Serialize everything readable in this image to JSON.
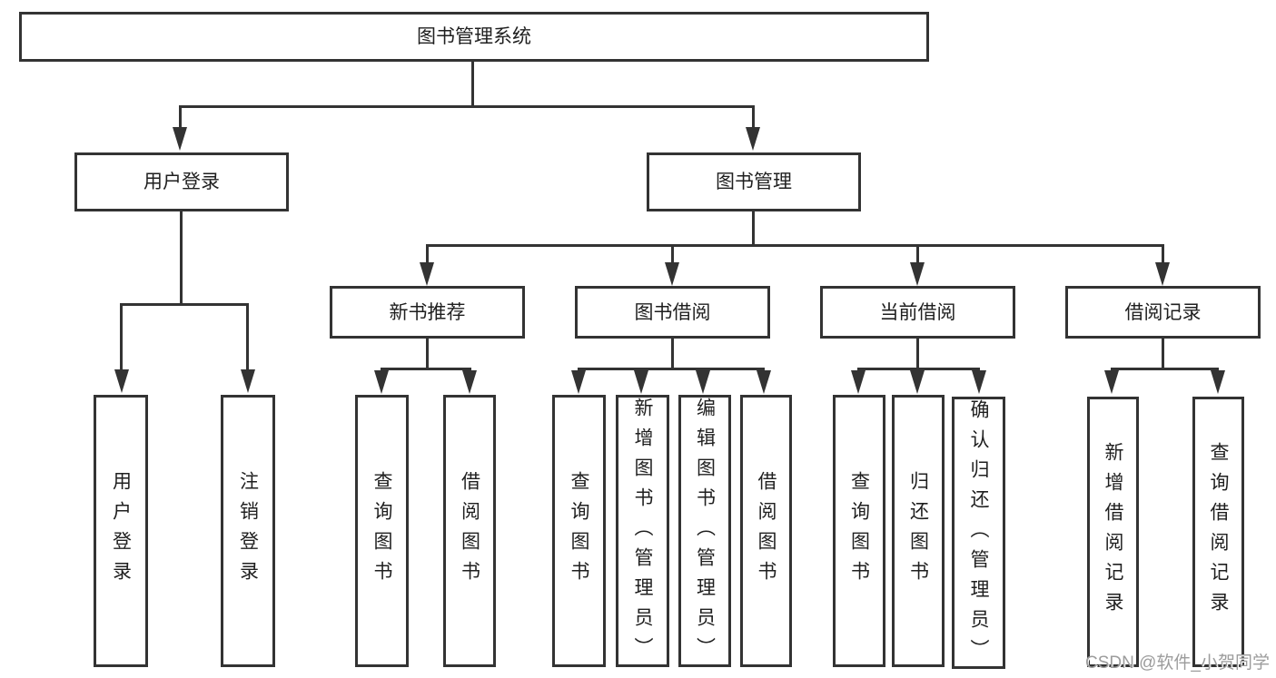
{
  "colors": {
    "line": "#333333",
    "text": "#1f1f1f",
    "box_background": "#ffffff",
    "watermark": "#9c9c9c"
  },
  "watermark": {
    "text": "CSDN @软件_小贺同学"
  },
  "tree": {
    "label": "图书管理系统",
    "children": [
      {
        "label": "用户登录",
        "children": [
          {
            "label": "用户登录"
          },
          {
            "label": "注销登录"
          }
        ]
      },
      {
        "label": "图书管理",
        "children": [
          {
            "label": "新书推荐",
            "children": [
              {
                "label": "查询图书"
              },
              {
                "label": "借阅图书"
              }
            ]
          },
          {
            "label": "图书借阅",
            "children": [
              {
                "label": "查询图书"
              },
              {
                "label": "新增图书（管理员）"
              },
              {
                "label": "编辑图书（管理员）"
              },
              {
                "label": "借阅图书"
              }
            ]
          },
          {
            "label": "当前借阅",
            "children": [
              {
                "label": "查询图书"
              },
              {
                "label": "归还图书"
              },
              {
                "label": "确认归还（管理员）"
              }
            ]
          },
          {
            "label": "借阅记录",
            "children": [
              {
                "label": "新增借阅记录"
              },
              {
                "label": "查询借阅记录"
              }
            ]
          }
        ]
      }
    ]
  }
}
